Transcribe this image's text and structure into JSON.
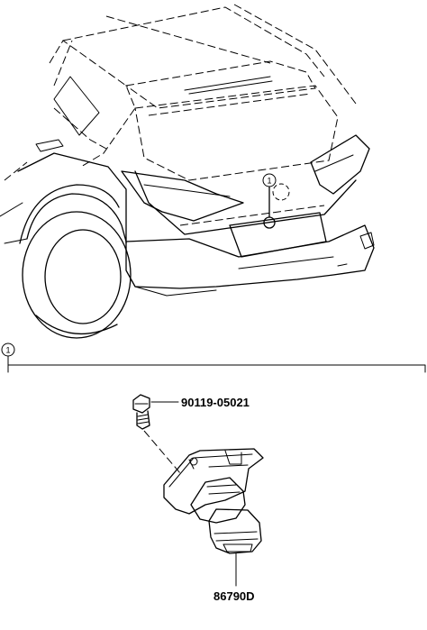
{
  "diagram": {
    "callout_number": "1",
    "section_marker": "1",
    "parts": [
      {
        "number": "90119-05021"
      },
      {
        "number": "86790D"
      }
    ]
  }
}
